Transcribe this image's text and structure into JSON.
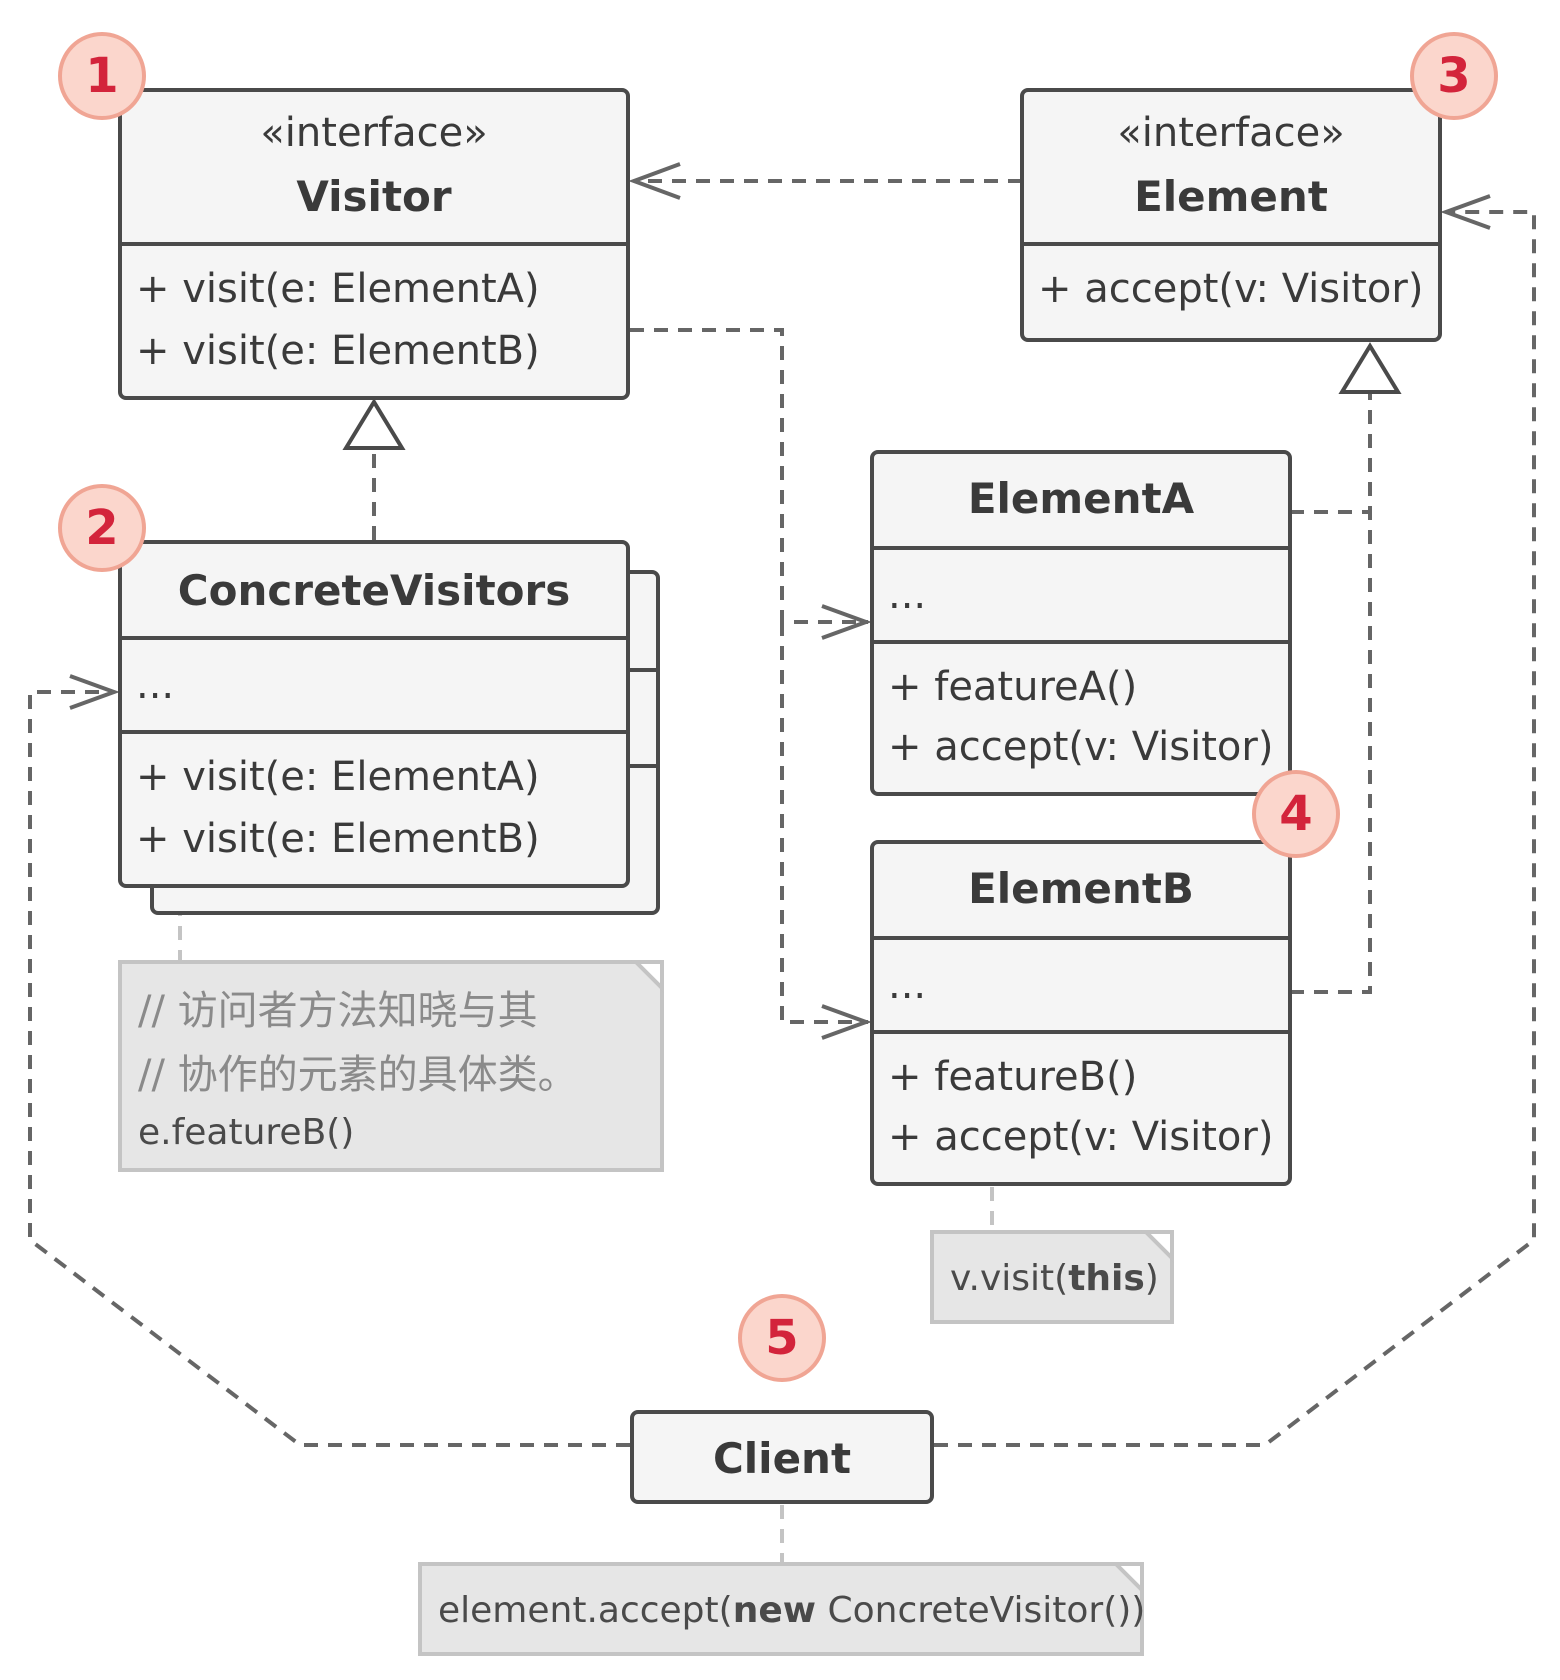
{
  "visitor": {
    "stereotype": "«interface»",
    "name": "Visitor",
    "methods": [
      "+ visit(e: ElementA)",
      "+ visit(e: ElementB)"
    ]
  },
  "element": {
    "stereotype": "«interface»",
    "name": "Element",
    "methods": [
      "+ accept(v: Visitor)"
    ]
  },
  "concrete_visitors": {
    "name": "ConcreteVisitors",
    "fields": "...",
    "methods": [
      "+ visit(e: ElementA)",
      "+ visit(e: ElementB)"
    ]
  },
  "element_a": {
    "name": "ElementA",
    "fields": "...",
    "methods": [
      "+ featureA()",
      "+ accept(v: Visitor)"
    ]
  },
  "element_b": {
    "name": "ElementB",
    "fields": "...",
    "methods": [
      "+ featureB()",
      "+ accept(v: Visitor)"
    ]
  },
  "client": {
    "name": "Client"
  },
  "notes": {
    "visitor_note": [
      "// 访问者方法知晓与其",
      "// 协作的元素的具体类。",
      "e.featureB()"
    ],
    "element_note_prefix": "v.visit(",
    "element_note_keyword": "this",
    "element_note_suffix": ")",
    "client_note_prefix": "element.accept(",
    "client_note_keyword": "new",
    "client_note_suffix": " ConcreteVisitor())"
  },
  "badges": [
    "1",
    "2",
    "3",
    "4",
    "5"
  ],
  "colors": {
    "stroke": "#4a4a4a",
    "box_fill": "#f5f5f5",
    "note_fill": "#e6e6e6",
    "note_border": "#c4c4c4",
    "badge_fill": "#fbd6cc",
    "badge_border": "#f0a594",
    "badge_text": "#d3243b",
    "line": "#666666"
  }
}
